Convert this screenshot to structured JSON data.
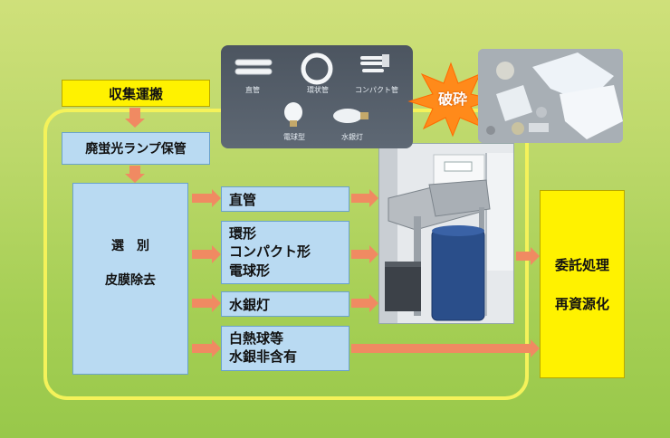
{
  "collection": "収集運搬",
  "storage": "廃蛍光ランプ保管",
  "sorting": {
    "line1": "選　別",
    "line2": "皮膜除去"
  },
  "categories": [
    {
      "lines": [
        "直管"
      ]
    },
    {
      "lines": [
        "環形",
        "コンパクト形",
        "電球形"
      ]
    },
    {
      "lines": [
        "水銀灯"
      ]
    },
    {
      "lines": [
        "白熱球等",
        "水銀非含有"
      ]
    }
  ],
  "crush_label": "破砕",
  "lamp_types": {
    "straight": "直管",
    "ring": "環状管",
    "compact": "コンパクト管",
    "bulb": "電球型",
    "mercury": "水銀灯"
  },
  "outcome": {
    "line1": "委託処理",
    "line2": "再資源化"
  },
  "colors": {
    "yellow": "#fff200",
    "blue_box": "#b9daf2",
    "arrow": "#f08a62",
    "loop_outline": "#f4f25a",
    "crush": "#ff7a00"
  }
}
